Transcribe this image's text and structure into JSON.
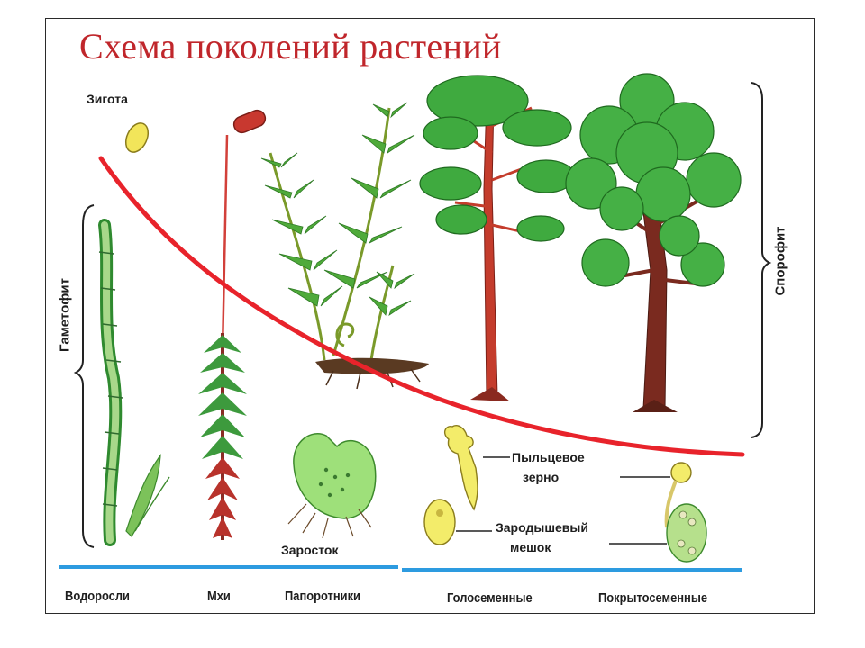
{
  "title": "Схема поколений растений",
  "labels": {
    "zygote": "Зигота",
    "gametophyte": "Гаметофит",
    "sporophyte": "Спорофит",
    "prothallus": "Заросток",
    "pollen_grain_1": "Пыльцевое",
    "pollen_grain_2": "зерно",
    "embryo_sac_1": "Зародышевый",
    "embryo_sac_2": "мешок"
  },
  "groups": [
    "Водоросли",
    "Мхи",
    "Папоротники",
    "Голосеменные",
    "Покрытосеменные"
  ],
  "colors": {
    "title": "#c0262b",
    "curve": "#e8232b",
    "baseline": "#2d9be0",
    "foliage": "#3fae3f",
    "trunk": "#b3372b"
  }
}
